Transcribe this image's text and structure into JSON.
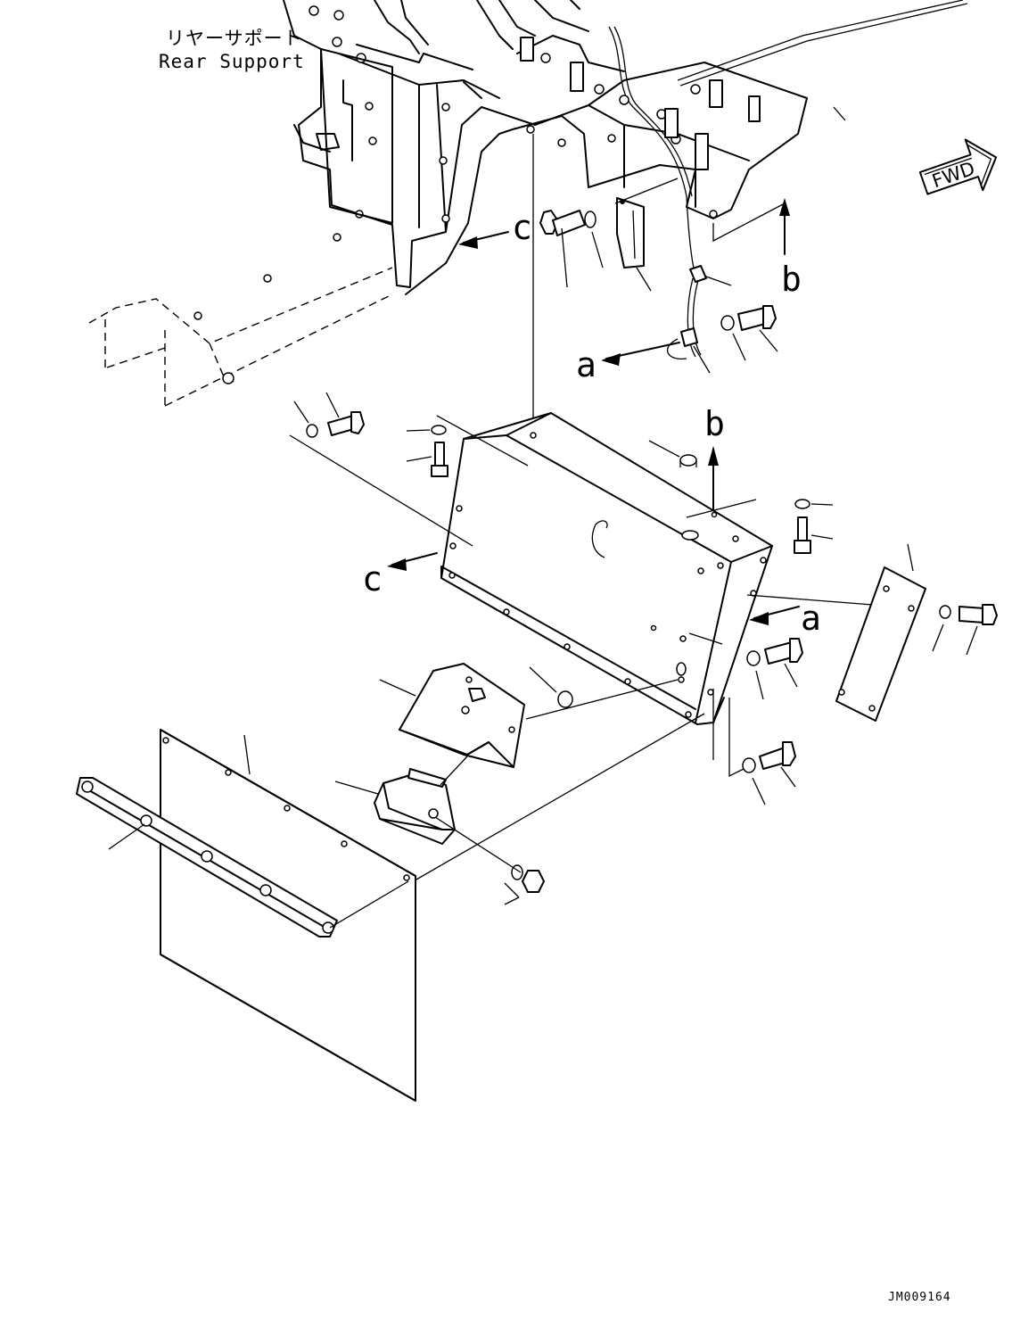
{
  "caption": {
    "japanese": "リヤーサポート",
    "english": "Rear Support"
  },
  "fwd_arrow_label": "FWD",
  "drawing_code": "JM009164",
  "reference_labels": {
    "a_upper": "a",
    "a_lower": "a",
    "b_upper": "b",
    "b_lower": "b",
    "c_upper": "c",
    "c_lower": "c"
  }
}
